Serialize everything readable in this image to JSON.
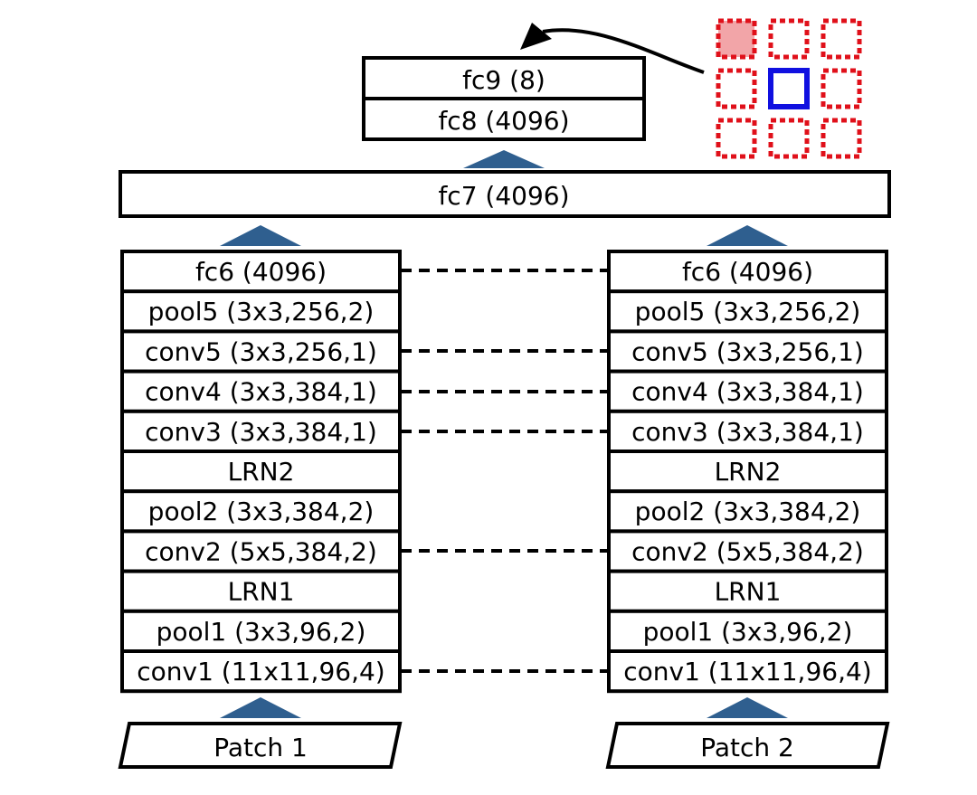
{
  "top": {
    "fc9": "fc9 (8)",
    "fc8": "fc8 (4096)",
    "fc7": "fc7 (4096)"
  },
  "towers": [
    {
      "name": "left",
      "layers": [
        "fc6 (4096)",
        "pool5 (3x3,256,2)",
        "conv5 (3x3,256,1)",
        "conv4 (3x3,384,1)",
        "conv3 (3x3,384,1)",
        "LRN2",
        "pool2 (3x3,384,2)",
        "conv2 (5x5,384,2)",
        "LRN1",
        "pool1 (3x3,96,2)",
        "conv1 (11x11,96,4)"
      ],
      "input": "Patch 1"
    },
    {
      "name": "right",
      "layers": [
        "fc6 (4096)",
        "pool5 (3x3,256,2)",
        "conv5 (3x3,256,1)",
        "conv4 (3x3,384,1)",
        "conv3 (3x3,384,1)",
        "LRN2",
        "pool2 (3x3,384,2)",
        "conv2 (5x5,384,2)",
        "LRN1",
        "pool1 (3x3,96,2)",
        "conv1 (11x11,96,4)"
      ],
      "input": "Patch 2"
    }
  ],
  "shared_weight_links": [
    "fc6",
    "conv5",
    "conv4",
    "conv3",
    "conv2",
    "conv1"
  ],
  "colors": {
    "arrow": "#2f5f8f",
    "grid_dashed": "#e0101a",
    "highlight_cell": "#f2a5a8",
    "center_cell": "#1010e0"
  }
}
